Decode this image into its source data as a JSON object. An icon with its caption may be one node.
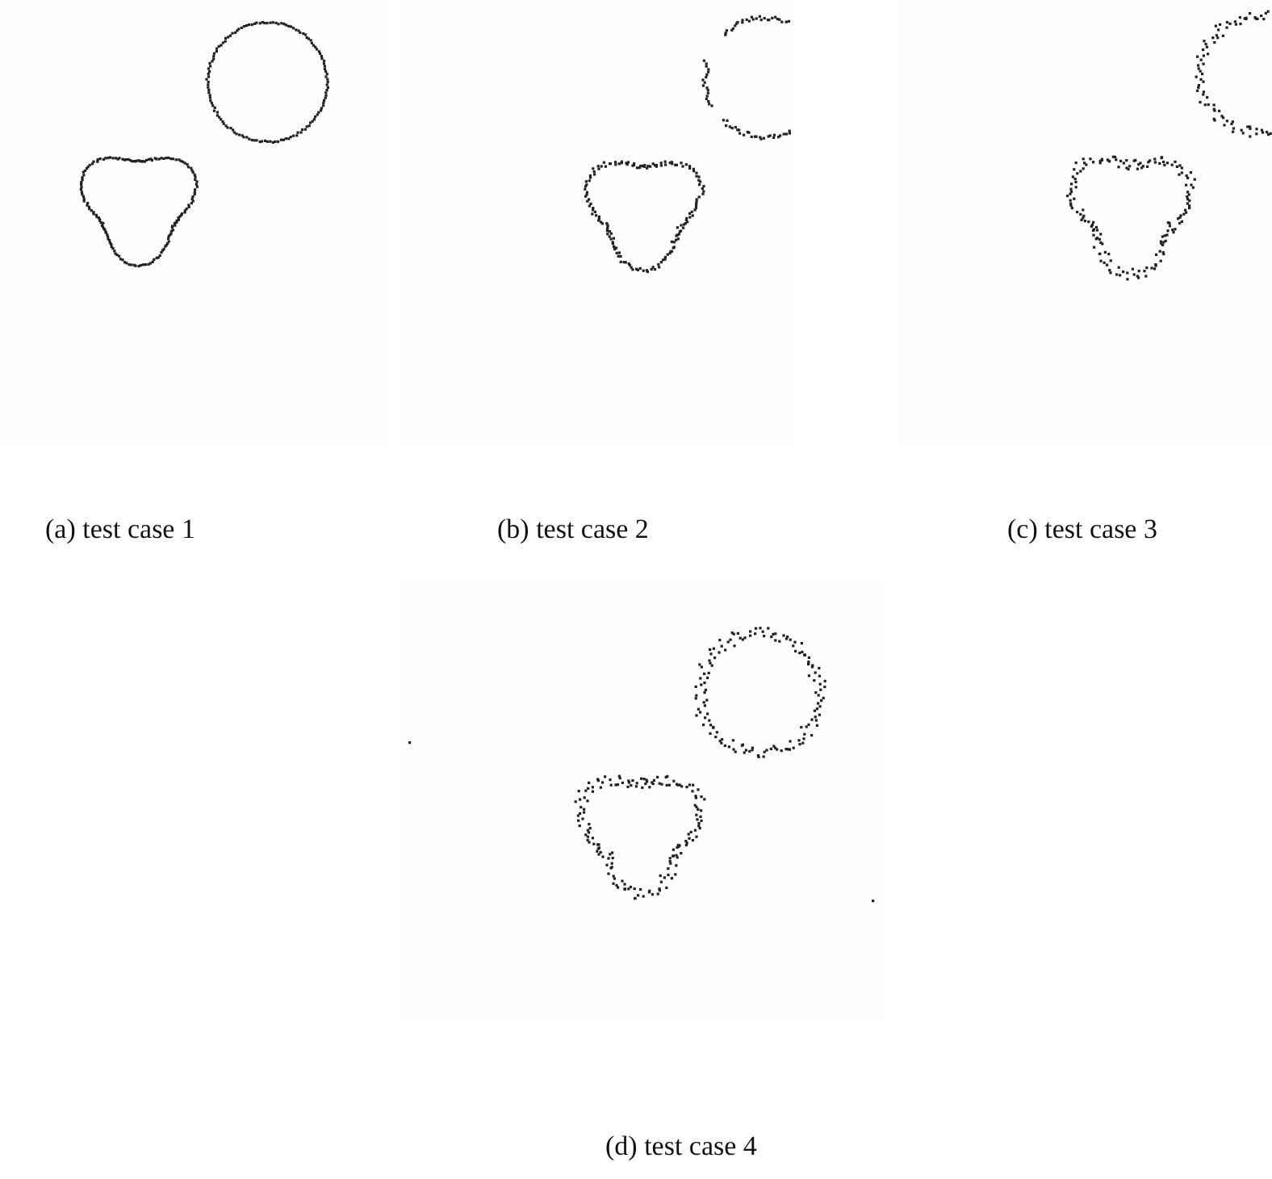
{
  "diagram": {
    "labels": [
      "(a) test case 1",
      "(b) test case 2",
      "(c) test case 3",
      "(d) test case 4"
    ]
  }
}
